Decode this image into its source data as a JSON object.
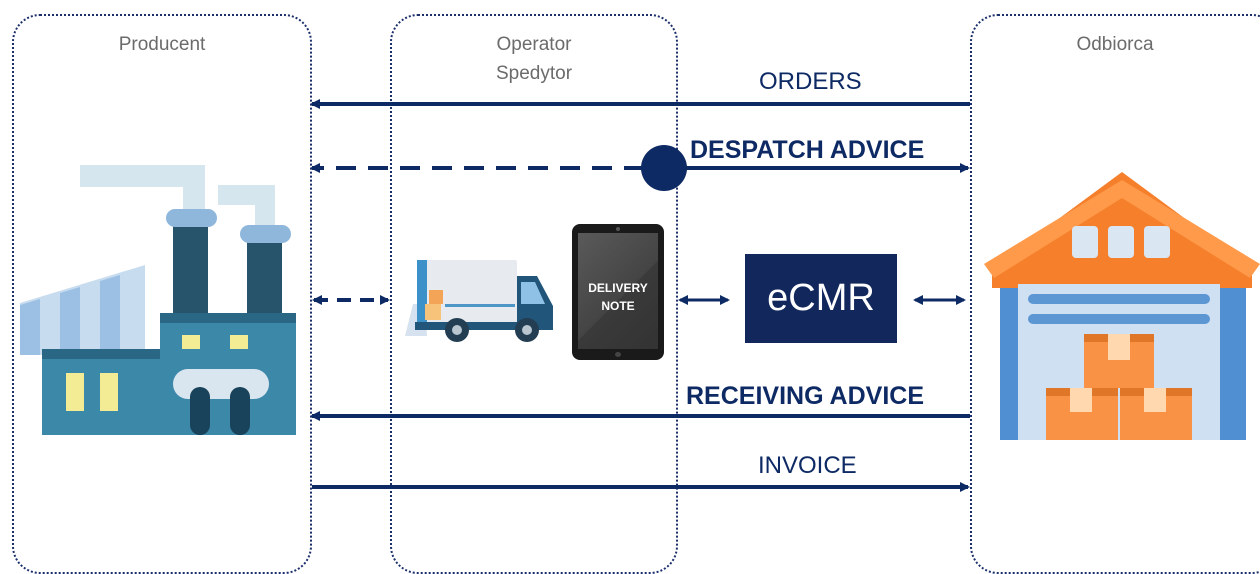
{
  "lanes": {
    "producer": "Producent",
    "operator_line1": "Operator",
    "operator_line2": "Spedytor",
    "receiver": "Odbiorca"
  },
  "messages": {
    "orders": "ORDERS",
    "despatch_advice": "DESPATCH ADVICE",
    "receiving_advice": "RECEIVING ADVICE",
    "invoice": "INVOICE"
  },
  "documents": {
    "delivery_note_line1": "DELIVERY",
    "delivery_note_line2": "NOTE",
    "ecmr": "eCMR"
  },
  "icons": [
    "factory-icon",
    "delivery-truck-icon",
    "tablet-icon",
    "warehouse-icon"
  ],
  "colors": {
    "navy": "#0e2a64",
    "ecmr_box": "#12285c",
    "lane_border": "#1b2f6b",
    "lane_title": "#6b6b6b"
  }
}
